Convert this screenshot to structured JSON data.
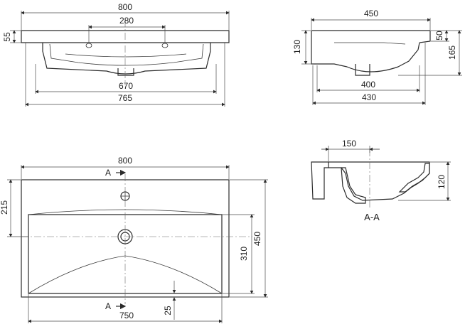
{
  "front_view": {
    "dim_overall_width": "800",
    "dim_tap_spacing": "280",
    "dim_rim_height": "55",
    "dim_bowl_width": "670",
    "dim_base_width": "765"
  },
  "side_view": {
    "dim_depth": "450",
    "dim_height_total": "130",
    "dim_rim_height": "50",
    "dim_overall_height": "165",
    "dim_bowl_depth": "400",
    "dim_base_depth": "430"
  },
  "top_view": {
    "dim_overall_width": "800",
    "dim_tap_offset": "215",
    "dim_bowl_depth": "310",
    "dim_overall_depth": "450",
    "dim_bowl_width": "750",
    "dim_front_offset": "25",
    "section_marker_top": "A",
    "section_marker_bottom": "A"
  },
  "section_view": {
    "dim_offset": "150",
    "dim_height": "120",
    "label": "A-A"
  }
}
